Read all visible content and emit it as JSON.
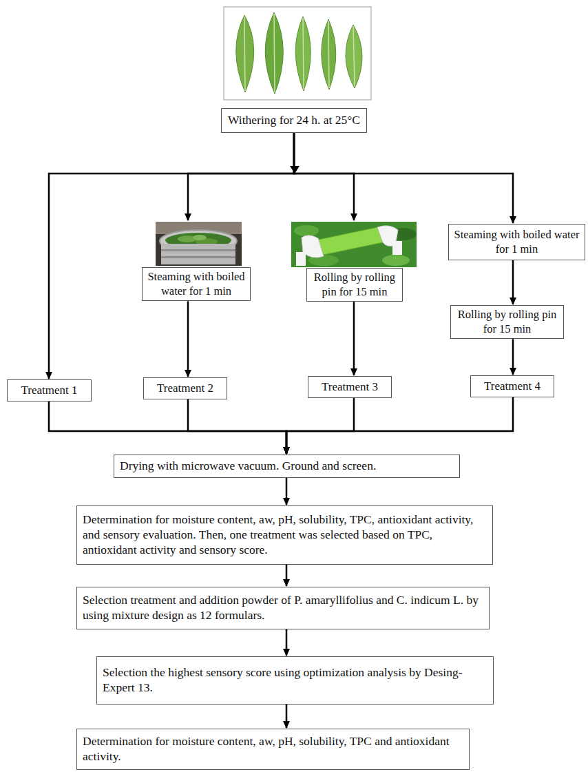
{
  "diagram": {
    "nodes": [
      {
        "text": [
          "Withering for 24 h. at 25°C"
        ]
      },
      {
        "text": [
          "Steaming with boiled water for 1 min"
        ]
      },
      {
        "text": [
          "Rolling by rolling pin for 15 min"
        ]
      },
      {
        "text": [
          "Steaming with boiled water for 1 min"
        ]
      },
      {
        "text": [
          "Rolling by rolling pin for 15 min"
        ]
      },
      {
        "text": [
          "Treatment 1"
        ]
      },
      {
        "text": [
          "Treatment 2"
        ]
      },
      {
        "text": [
          "Treatment 3"
        ]
      },
      {
        "text": [
          "Treatment 4"
        ]
      },
      {
        "text": [
          "Drying with microwave vacuum. Ground and screen."
        ]
      },
      {
        "text": [
          "Determination for moisture content, aw, pH, solubility, TPC, antioxidant activity, and sensory evaluation. Then, one treatment was selected based on TPC, antioxidant activity and sensory score."
        ]
      },
      {
        "text": [
          "Selection treatment and addition powder of P. amaryllifolius and C. indicum L. by using mixture design as 12 formulars."
        ]
      },
      {
        "text": [
          "Selection the highest sensory score using optimization analysis by Desing-Expert 13."
        ]
      },
      {
        "text": [
          "Determination for moisture content, aw, pH, solubility, TPC and antioxidant activity."
        ]
      }
    ],
    "edges": [
      {
        "from": 0,
        "to": 5,
        "arrow": "to"
      },
      {
        "from": 0,
        "to": 1,
        "arrow": "to"
      },
      {
        "from": 0,
        "to": 2,
        "arrow": "to"
      },
      {
        "from": 0,
        "to": 3,
        "arrow": "to"
      },
      {
        "from": 1,
        "to": 6,
        "arrow": "to"
      },
      {
        "from": 2,
        "to": 7,
        "arrow": "to"
      },
      {
        "from": 3,
        "to": 4,
        "arrow": "to"
      },
      {
        "from": 4,
        "to": 8,
        "arrow": "to"
      },
      {
        "from": 5,
        "to": 9,
        "arrow": "to"
      },
      {
        "from": 6,
        "to": 9,
        "arrow": "to"
      },
      {
        "from": 7,
        "to": 9,
        "arrow": "to"
      },
      {
        "from": 8,
        "to": 9,
        "arrow": "to"
      },
      {
        "from": 9,
        "to": 10,
        "arrow": "to"
      },
      {
        "from": 10,
        "to": 11,
        "arrow": "to"
      },
      {
        "from": 11,
        "to": 12,
        "arrow": "to"
      },
      {
        "from": 12,
        "to": 13,
        "arrow": "to"
      }
    ]
  }
}
